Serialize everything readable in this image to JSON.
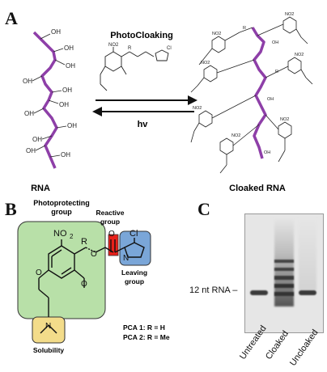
{
  "panels": {
    "a": "A",
    "b": "B",
    "c": "C"
  },
  "panel_a": {
    "reaction_label": "PhotoCloaking",
    "reverse_label": "hv",
    "rna_label": "RNA",
    "cloaked_label": "Cloaked RNA",
    "hydroxyl": "OH",
    "nitro": "NO2",
    "chloro": "Cl",
    "r_group": "R",
    "colors": {
      "rna_backbone": "#8e3fa8"
    }
  },
  "panel_b": {
    "photoprotecting_label_line1": "Photoprotecting",
    "photoprotecting_label_line2": "group",
    "reactive_label_line1": "Reactive",
    "reactive_label_line2": "group",
    "leaving_label_line1": "Leaving",
    "leaving_label_line2": "group",
    "solubility_label": "Solubility",
    "nitro_label": "NO",
    "nitro_sub": "2",
    "r_label": "R",
    "cl_label": "Cl",
    "pca1": "PCA 1: R = H",
    "pca2": "PCA 2: R = Me",
    "colors": {
      "photoprotecting": "#b8e0a8",
      "reactive": "#e8201a",
      "leaving": "#7aa6d8",
      "solubility": "#f3dc8a"
    }
  },
  "panel_c": {
    "marker_label": "12 nt RNA –",
    "lanes": [
      "Untreated",
      "Cloaked",
      "Uncloaked"
    ]
  }
}
